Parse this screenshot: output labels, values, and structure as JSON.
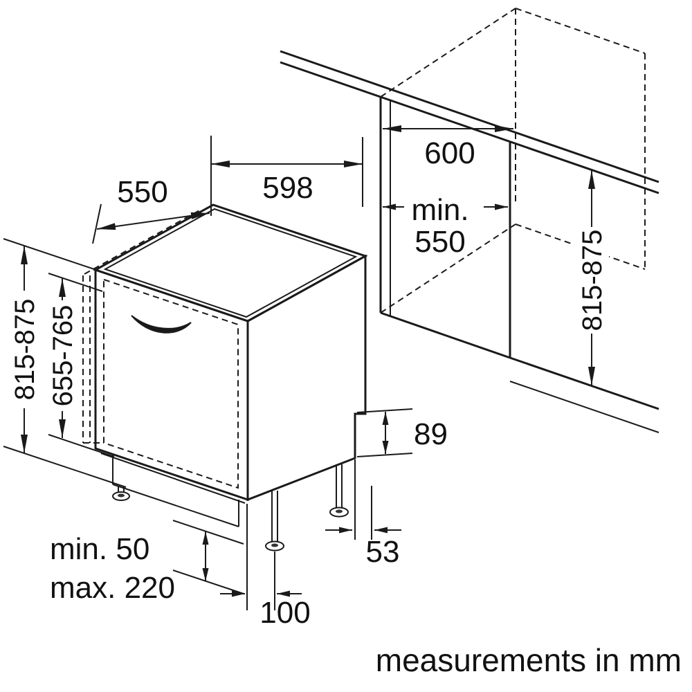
{
  "meta": {
    "type": "technical-diagram",
    "subject": "Built-in dishwasher installation dimensions with kitchen niche",
    "units_note": "measurements in mm",
    "line_color": "#1a1a1a",
    "background": "#ffffff"
  },
  "dimensions": {
    "appliance_depth": "550",
    "appliance_width": "598",
    "appliance_height": "815-875",
    "door_panel_height": "655-765",
    "niche_depth": "600",
    "niche_min_width": {
      "line1": "min.",
      "line2": "550"
    },
    "niche_height": "815-875",
    "base_rear_step": "89",
    "rear_foot_offset": "53",
    "plinth_clearance_min": "min. 50",
    "plinth_clearance_max": "max. 220",
    "front_foot_offset": "100"
  }
}
